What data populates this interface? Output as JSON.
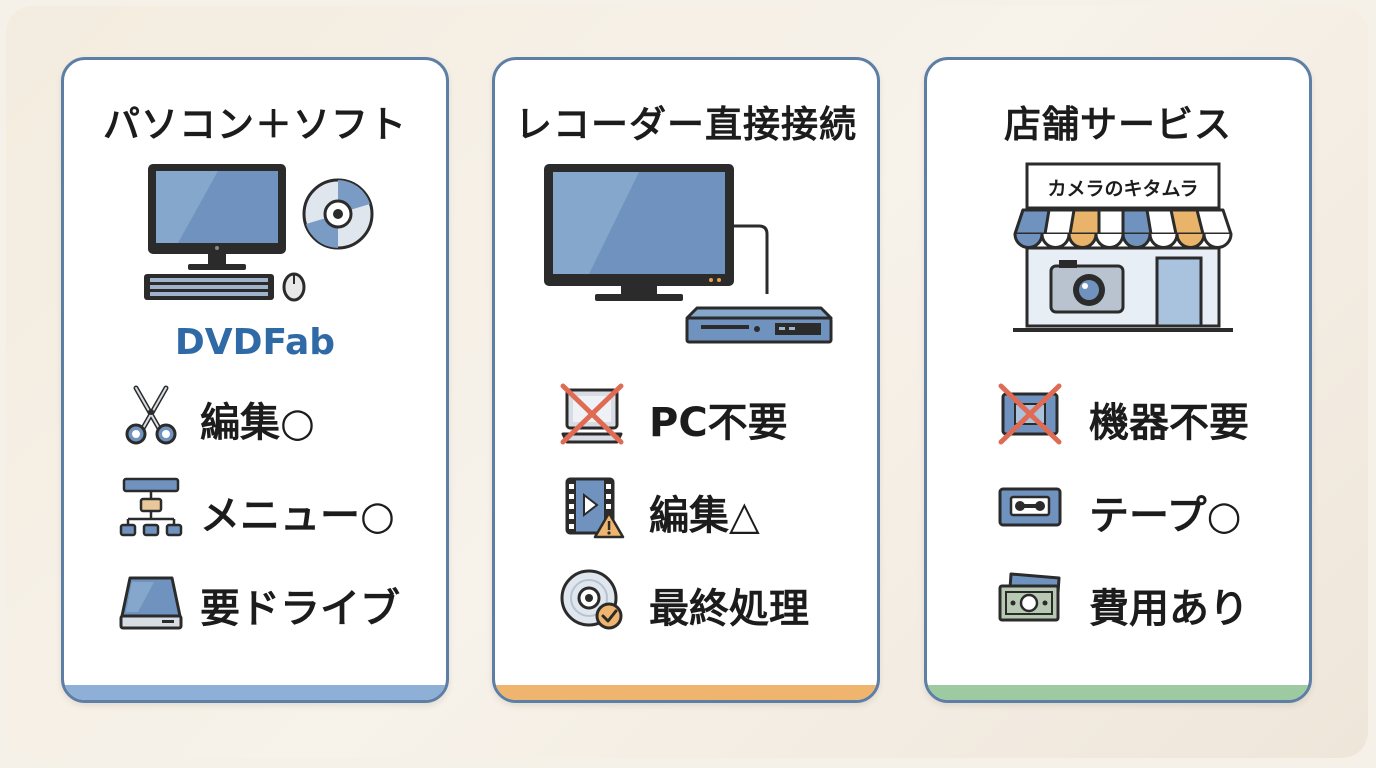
{
  "cards": [
    {
      "title": "パソコン＋ソフト",
      "accent": "#8fb0d6",
      "brand": "DVDFab",
      "features": [
        {
          "icon": "scissors-icon",
          "label": "編集○"
        },
        {
          "icon": "menu-tree-icon",
          "label": "メニュー○"
        },
        {
          "icon": "external-drive-icon",
          "label": "要ドライブ"
        }
      ]
    },
    {
      "title": "レコーダー直接接続",
      "accent": "#efb56e",
      "features": [
        {
          "icon": "no-pc-icon",
          "label": "PC不要"
        },
        {
          "icon": "video-warning-icon",
          "label": "編集△"
        },
        {
          "icon": "disc-check-icon",
          "label": "最終処理"
        }
      ]
    },
    {
      "title": "店舗サービス",
      "accent": "#9dcaa0",
      "store_sign": "カメラのキタムラ",
      "features": [
        {
          "icon": "no-device-icon",
          "label": "機器不要"
        },
        {
          "icon": "vhs-tape-icon",
          "label": "テープ○"
        },
        {
          "icon": "cash-icon",
          "label": "費用あり"
        }
      ]
    }
  ],
  "colors": {
    "border": "#5d7fa6",
    "icon_blue": "#6f93be",
    "brand_blue": "#2f6aa6",
    "cross_red": "#e06b55"
  }
}
